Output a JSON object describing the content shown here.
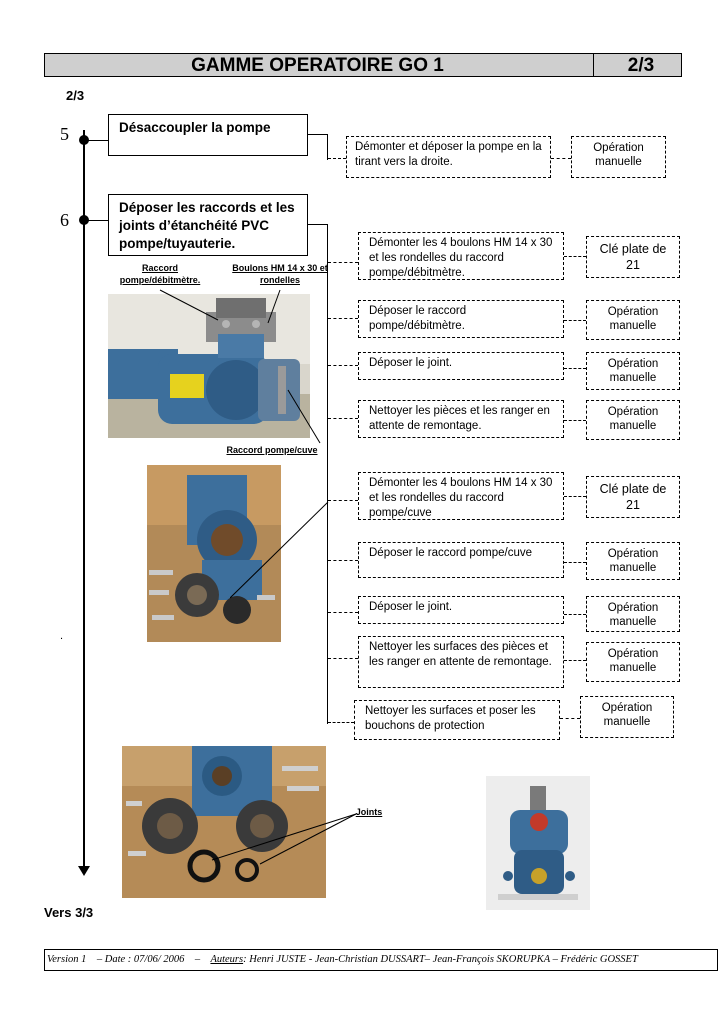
{
  "header": {
    "title": "GAMME OPERATOIRE  GO 1",
    "page": "2/3"
  },
  "page_ref_top": "2/3",
  "steps": [
    {
      "number": "5",
      "title": "Désaccoupler la pompe",
      "operations": [
        {
          "text": "Démonter et déposer la pompe en la tirant vers la droite.",
          "tool": "Opération manuelle"
        }
      ]
    },
    {
      "number": "6",
      "title": "Déposer les raccords et les joints d’étanchéité PVC pompe/tuyauterie.",
      "operations": [
        {
          "text": "Démonter les 4 boulons HM 14 x 30 et les rondelles du raccord pompe/débitmètre.",
          "tool": "Clé plate de 21"
        },
        {
          "text": "Déposer le raccord pompe/débitmètre.",
          "tool": "Opération manuelle"
        },
        {
          "text": "Déposer le joint.",
          "tool": "Opération manuelle"
        },
        {
          "text": "Nettoyer les pièces et les ranger en attente de remontage.",
          "tool": "Opération manuelle"
        },
        {
          "text": "Démonter les 4 boulons HM 14 x 30 et les rondelles du raccord pompe/cuve",
          "tool": "Clé plate de 21"
        },
        {
          "text": "Déposer le raccord pompe/cuve",
          "tool": "Opération manuelle"
        },
        {
          "text": "Déposer le joint.",
          "tool": "Opération manuelle"
        },
        {
          "text": "Nettoyer les surfaces des pièces et les ranger en attente de remontage.",
          "tool": "Opération manuelle"
        },
        {
          "text": "Nettoyer les surfaces et poser les bouchons de protection",
          "tool": "Opération manuelle"
        }
      ]
    }
  ],
  "captions": {
    "raccord_debitmetre": "Raccord pompe/débitmètre.",
    "boulons": "Boulons HM 14 x 30 et rondelles",
    "raccord_cuve": "Raccord pompe/cuve",
    "joints": "Joints"
  },
  "stray_mark": ".",
  "next_page": "Vers 3/3",
  "footer": {
    "version": "Version 1",
    "date": "–  Date : 07/06/ 2006",
    "dash": "–",
    "authors_label": "Auteurs",
    "authors": ": Henri JUSTE -  Jean-Christian DUSSART– Jean-François SKORUPKA – Frédéric GOSSET"
  },
  "colors": {
    "pump_blue": "#3d6f9c",
    "label_yellow": "#e6d21e",
    "title_bar": "#cfcfcf"
  }
}
